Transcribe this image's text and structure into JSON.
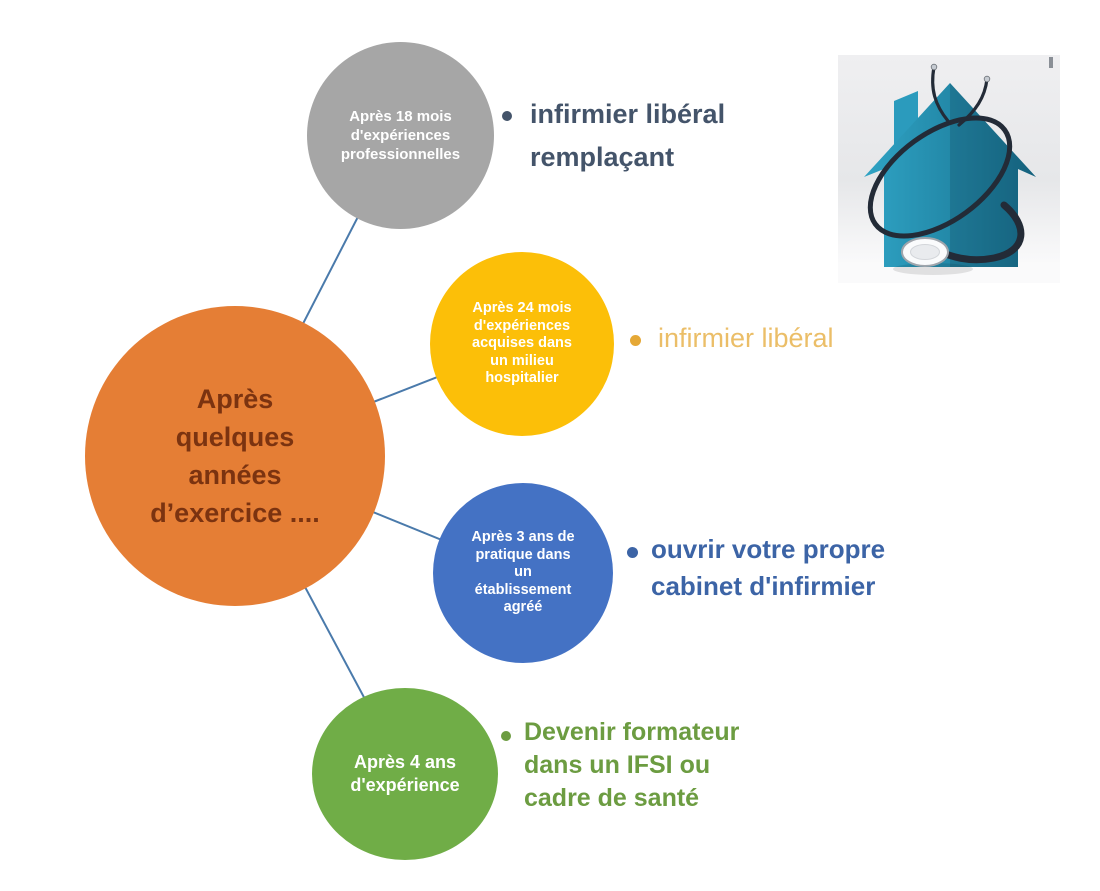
{
  "background_color": "#FFFFFF",
  "connector_color": "#4A7AAB",
  "diagram": {
    "center_circle": {
      "lines": [
        "Après",
        "quelques",
        "années",
        "d’exercice ...."
      ],
      "fill": "#E57E35",
      "text_color": "#7B3310"
    },
    "branches": [
      {
        "circle": {
          "lines": [
            "Après 18 mois",
            "d'expériences",
            "professionnelles"
          ],
          "fill": "#A6A6A6",
          "text_color": "#FFFFFF"
        },
        "bullet": {
          "lines": [
            "infirmier libéral",
            "remplaçant"
          ],
          "color": "#44546A"
        }
      },
      {
        "circle": {
          "lines": [
            "Après 24 mois",
            "d'expériences",
            "acquises dans",
            "un milieu",
            "hospitalier"
          ],
          "fill": "#FCBF08",
          "text_color": "#FFFFFF"
        },
        "bullet": {
          "lines": [
            "infirmier libéral"
          ],
          "color": "#EBBE68"
        }
      },
      {
        "circle": {
          "lines": [
            "Après 3 ans de",
            "pratique dans",
            "un",
            "établissement",
            "agréé"
          ],
          "fill": "#4472C4",
          "text_color": "#FFFFFF"
        },
        "bullet": {
          "lines": [
            "ouvrir votre propre",
            "cabinet d'infirmier"
          ],
          "color": "#3C64A6"
        }
      },
      {
        "circle": {
          "lines": [
            "Après 4 ans",
            "d'expérience"
          ],
          "fill": "#70AD47",
          "text_color": "#FFFFFF"
        },
        "bullet": {
          "lines": [
            "Devenir formateur",
            "dans un IFSI ou",
            "cadre de santé"
          ],
          "color": "#6C9C41"
        }
      }
    ]
  },
  "illustration": {
    "name": "house-with-stethoscope",
    "house_color": "#1E7FA0",
    "stethoscope_color": "#232B37",
    "background_color": "#E9EAEC"
  }
}
